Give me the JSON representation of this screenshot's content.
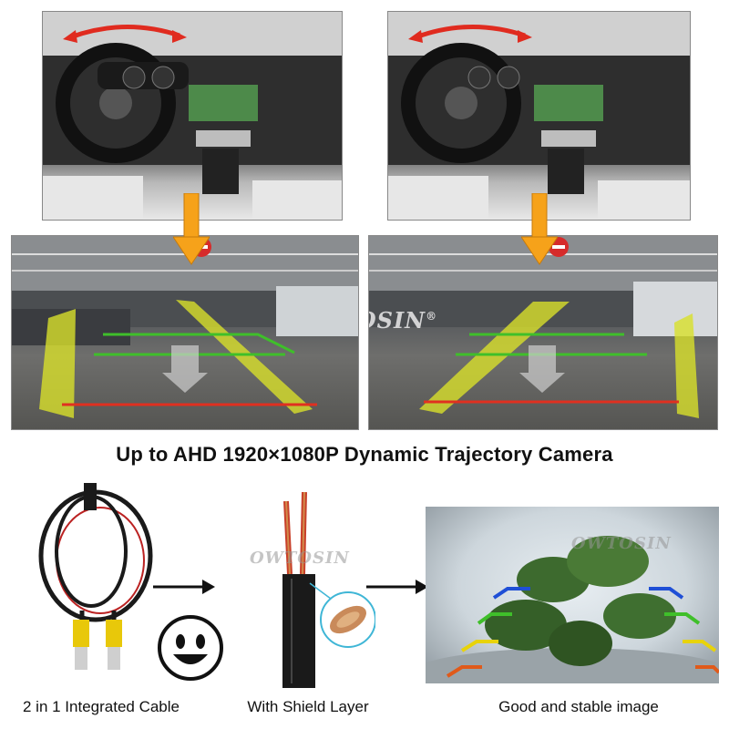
{
  "headline": "Up to AHD 1920×1080P Dynamic Trajectory Camera",
  "watermark": "OWTOSIN",
  "registered_mark": "®",
  "captions": {
    "cable": "2 in 1 Integrated Cable",
    "shield": "With Shield Layer",
    "image": "Good and stable image"
  },
  "colors": {
    "arrow_orange": "#f6a21a",
    "steer_arrow_red": "#e02b1f",
    "guide_green": "#3fbf2a",
    "guide_red": "#e03020",
    "guide_yellow": "#d8e02a"
  },
  "icons": [
    "steering-direction-arrow-icon",
    "down-arrow-icon",
    "right-arrow-icon",
    "smiley-face-icon",
    "no-entry-sign-icon"
  ]
}
